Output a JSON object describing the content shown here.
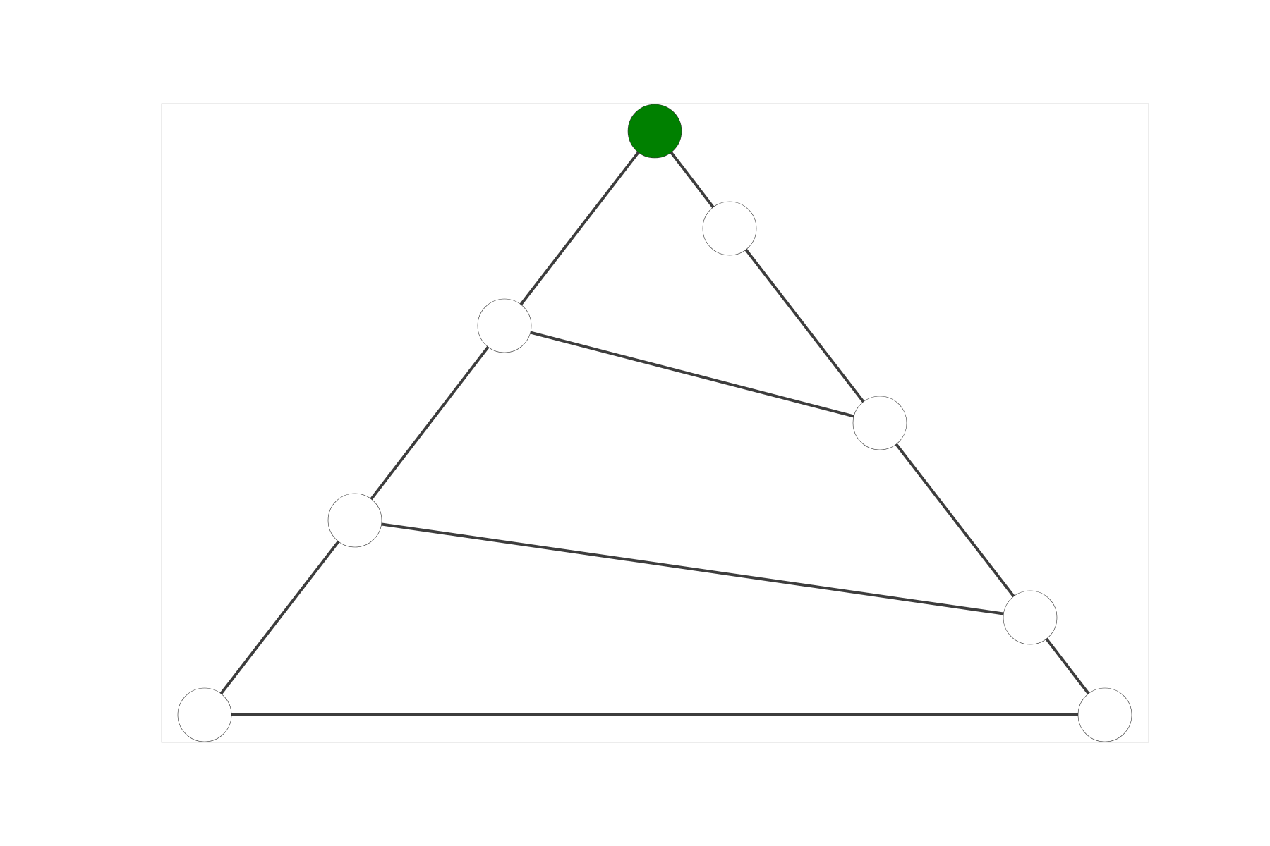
{
  "graph": {
    "nodes": [
      {
        "id": "n0",
        "fill": "#008000",
        "highlighted": true
      },
      {
        "id": "n1",
        "fill": "#ffffff"
      },
      {
        "id": "n2",
        "fill": "#ffffff"
      },
      {
        "id": "n3",
        "fill": "#ffffff"
      },
      {
        "id": "n4",
        "fill": "#ffffff"
      },
      {
        "id": "n5",
        "fill": "#ffffff"
      },
      {
        "id": "n6",
        "fill": "#ffffff"
      },
      {
        "id": "n7",
        "fill": "#ffffff"
      }
    ],
    "edges": [
      {
        "source": "n0",
        "target": "n1"
      },
      {
        "source": "n1",
        "target": "n3"
      },
      {
        "source": "n3",
        "target": "n5"
      },
      {
        "source": "n5",
        "target": "n7"
      },
      {
        "source": "n0",
        "target": "n2"
      },
      {
        "source": "n2",
        "target": "n4"
      },
      {
        "source": "n4",
        "target": "n6"
      },
      {
        "source": "n6",
        "target": "n7"
      },
      {
        "source": "n2",
        "target": "n3"
      },
      {
        "source": "n4",
        "target": "n5"
      }
    ],
    "edge_color": "#3d3d3d",
    "node_border_color": "#333333",
    "highlight_color": "#008000"
  }
}
